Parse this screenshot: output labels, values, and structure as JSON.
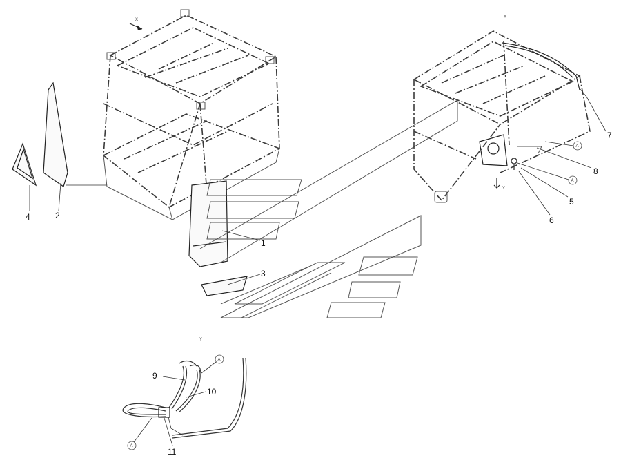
{
  "view_labels": {
    "main": "X",
    "detail_x": "X",
    "detail_y": "Y",
    "y_marker": "Y"
  },
  "callouts": {
    "c1": "1",
    "c2": "2",
    "c3": "3",
    "c4": "4",
    "c5": "5",
    "c6": "6",
    "c7": "7",
    "c8": "8",
    "c9": "9",
    "c10": "10",
    "c11": "11"
  },
  "connection_marker": "A"
}
